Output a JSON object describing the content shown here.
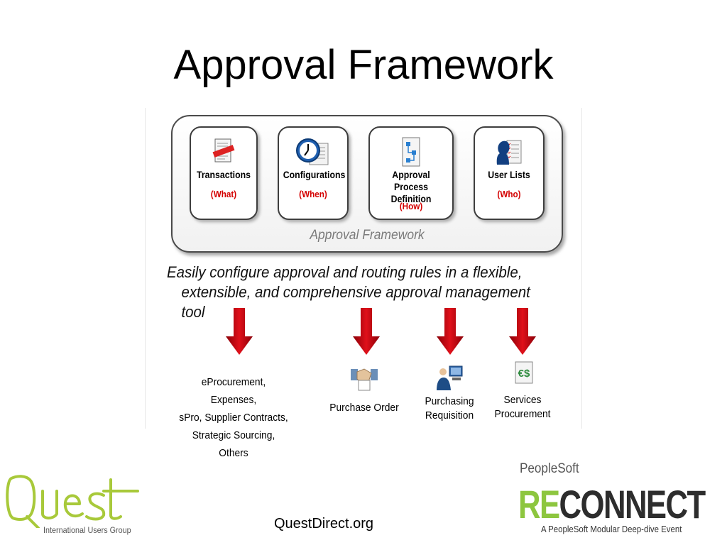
{
  "title": "Approval Framework",
  "framework": {
    "label": "Approval Framework",
    "components": [
      {
        "name": "Transactions",
        "role": "(What)"
      },
      {
        "name": "Configurations",
        "role": "(When)"
      },
      {
        "name_line1": "Approval Process",
        "name_line2": "Definition",
        "role": "(How)"
      },
      {
        "name": "User Lists",
        "role": "(Who)"
      }
    ]
  },
  "description": {
    "line1": "Easily configure approval and routing rules in a flexible,",
    "line2": "extensible, and comprehensive approval management tool"
  },
  "destinations": [
    {
      "lines": [
        "eProcurement, Expenses,",
        "sPro, Supplier Contracts,",
        "Strategic Sourcing, Others"
      ]
    },
    {
      "lines": [
        "Purchase Order"
      ]
    },
    {
      "lines": [
        "Purchasing",
        "Requisition"
      ]
    },
    {
      "lines": [
        "Services",
        "Procurement"
      ]
    }
  ],
  "colors": {
    "accent_red": "#d40000",
    "arrow_red": "#c8000a",
    "quest_green": "#a8c93a",
    "reconnect_green": "#8dc63f"
  },
  "footer": {
    "url": "QuestDirect.org"
  },
  "logos": {
    "quest": {
      "text": "Quest",
      "subtitle": "International Users Group"
    },
    "reconnect": {
      "brand": "PeopleSoft",
      "word_part1": "RE",
      "word_part2": "CONNECT",
      "tagline": "A PeopleSoft Modular Deep-dive Event"
    }
  }
}
